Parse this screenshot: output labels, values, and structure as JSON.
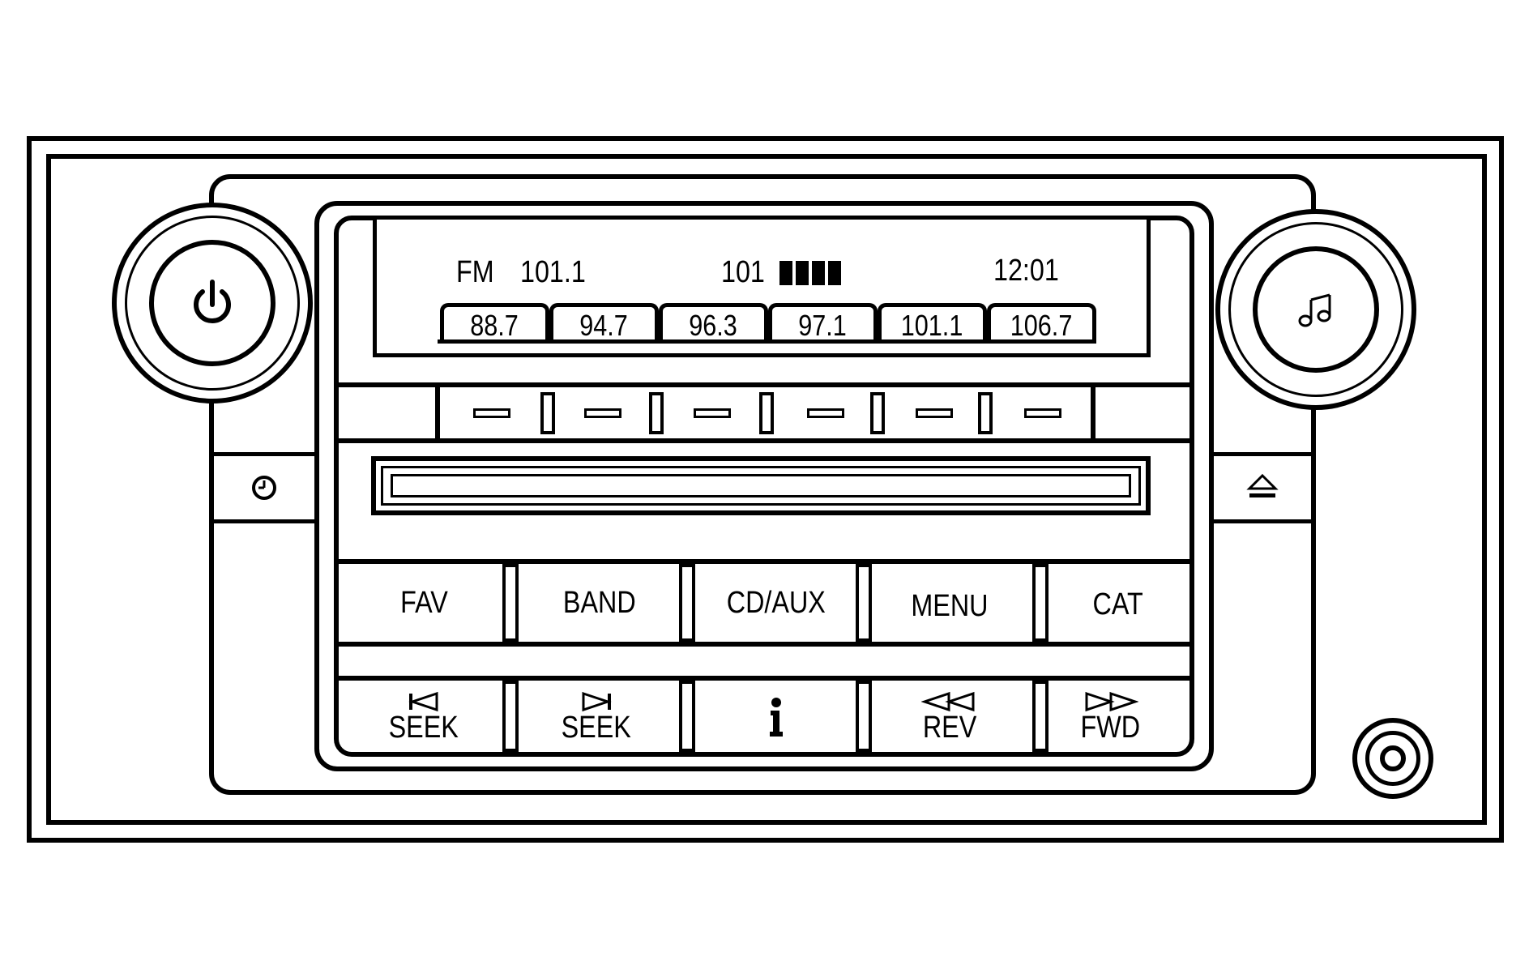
{
  "display": {
    "band": "FM",
    "frequency": "101.1",
    "channel": "101",
    "signal_bars": 4,
    "clock": "12:01"
  },
  "presets": [
    "88.7",
    "94.7",
    "96.3",
    "97.1",
    "101.1",
    "106.7"
  ],
  "buttons_row1": {
    "fav": "FAV",
    "band": "BAND",
    "cd_aux": "CD/AUX",
    "menu": "MENU",
    "cat": "CAT"
  },
  "buttons_row2": {
    "seek_back": "SEEK",
    "seek_fwd": "SEEK",
    "info": "i",
    "rev": "REV",
    "fwd": "FWD"
  },
  "icons": {
    "power": "power-icon",
    "tone": "music-note-icon",
    "clock": "clock-icon",
    "eject": "eject-icon",
    "aux_jack": "aux-jack-icon",
    "seek_back": "skip-back-icon",
    "seek_fwd": "skip-forward-icon",
    "rev": "rewind-icon",
    "fwd": "fast-forward-icon",
    "info": "info-icon"
  }
}
